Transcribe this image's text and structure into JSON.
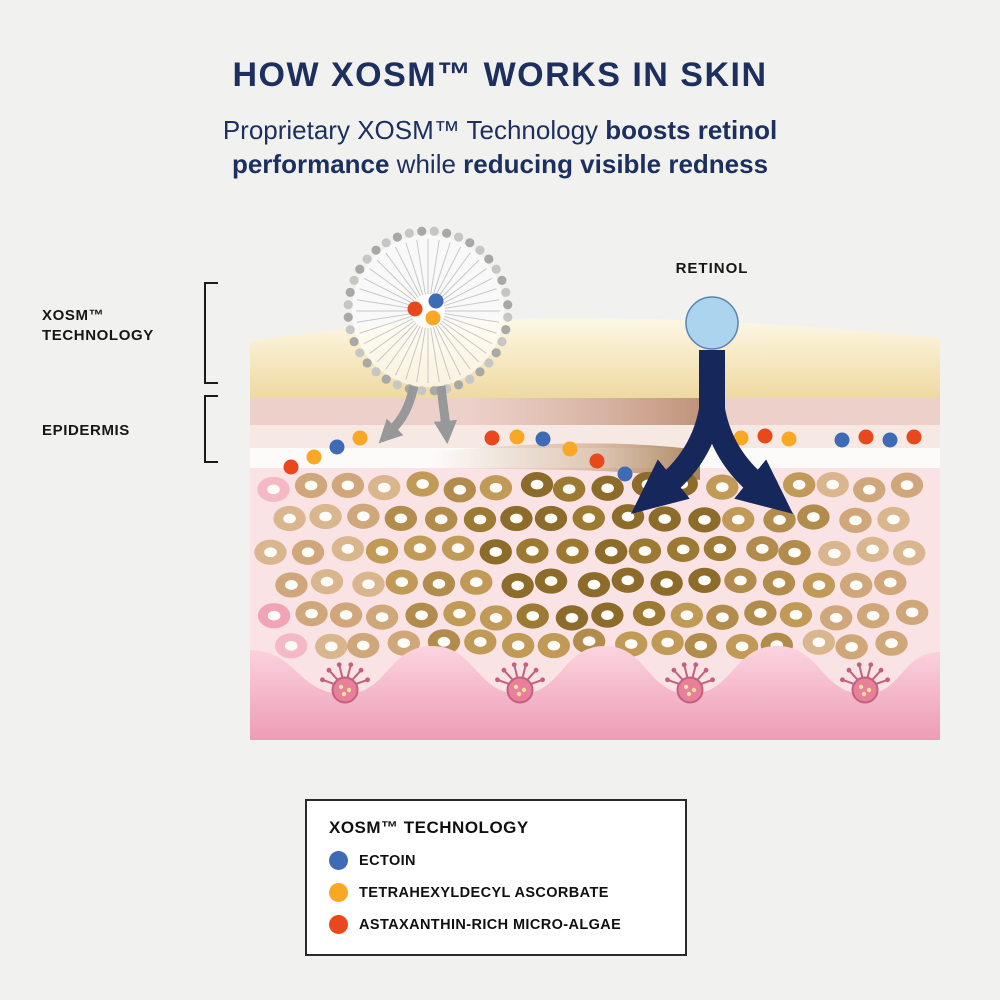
{
  "title": "HOW XOSM™ WORKS IN SKIN",
  "subtitle": {
    "regular_1": "Proprietary XOSM™ Technology ",
    "bold_1": "boosts retinol performance",
    "regular_2": " while ",
    "bold_2": "reducing visible redness"
  },
  "diagram_labels": {
    "xosm_technology": "XOSM™ TECHNOLOGY",
    "epidermis": "EPIDERMIS",
    "retinol": "RETINOL"
  },
  "legend": {
    "title": "XOSM™ TECHNOLOGY",
    "items": [
      {
        "name": "ECTOIN",
        "color": "#3f6bb6"
      },
      {
        "name": "TETRAHEXYLDECYL ASCORBATE",
        "color": "#f9a825"
      },
      {
        "name": "ASTAXANTHIN-RICH MICRO-ALGAE",
        "color": "#e8481c"
      }
    ]
  },
  "colors": {
    "heading_navy": "#1c2f5e",
    "arrow_navy": "#16275b",
    "retinol_ball_blue": "#abd4ef",
    "background_gray": "#f1f1ef"
  }
}
